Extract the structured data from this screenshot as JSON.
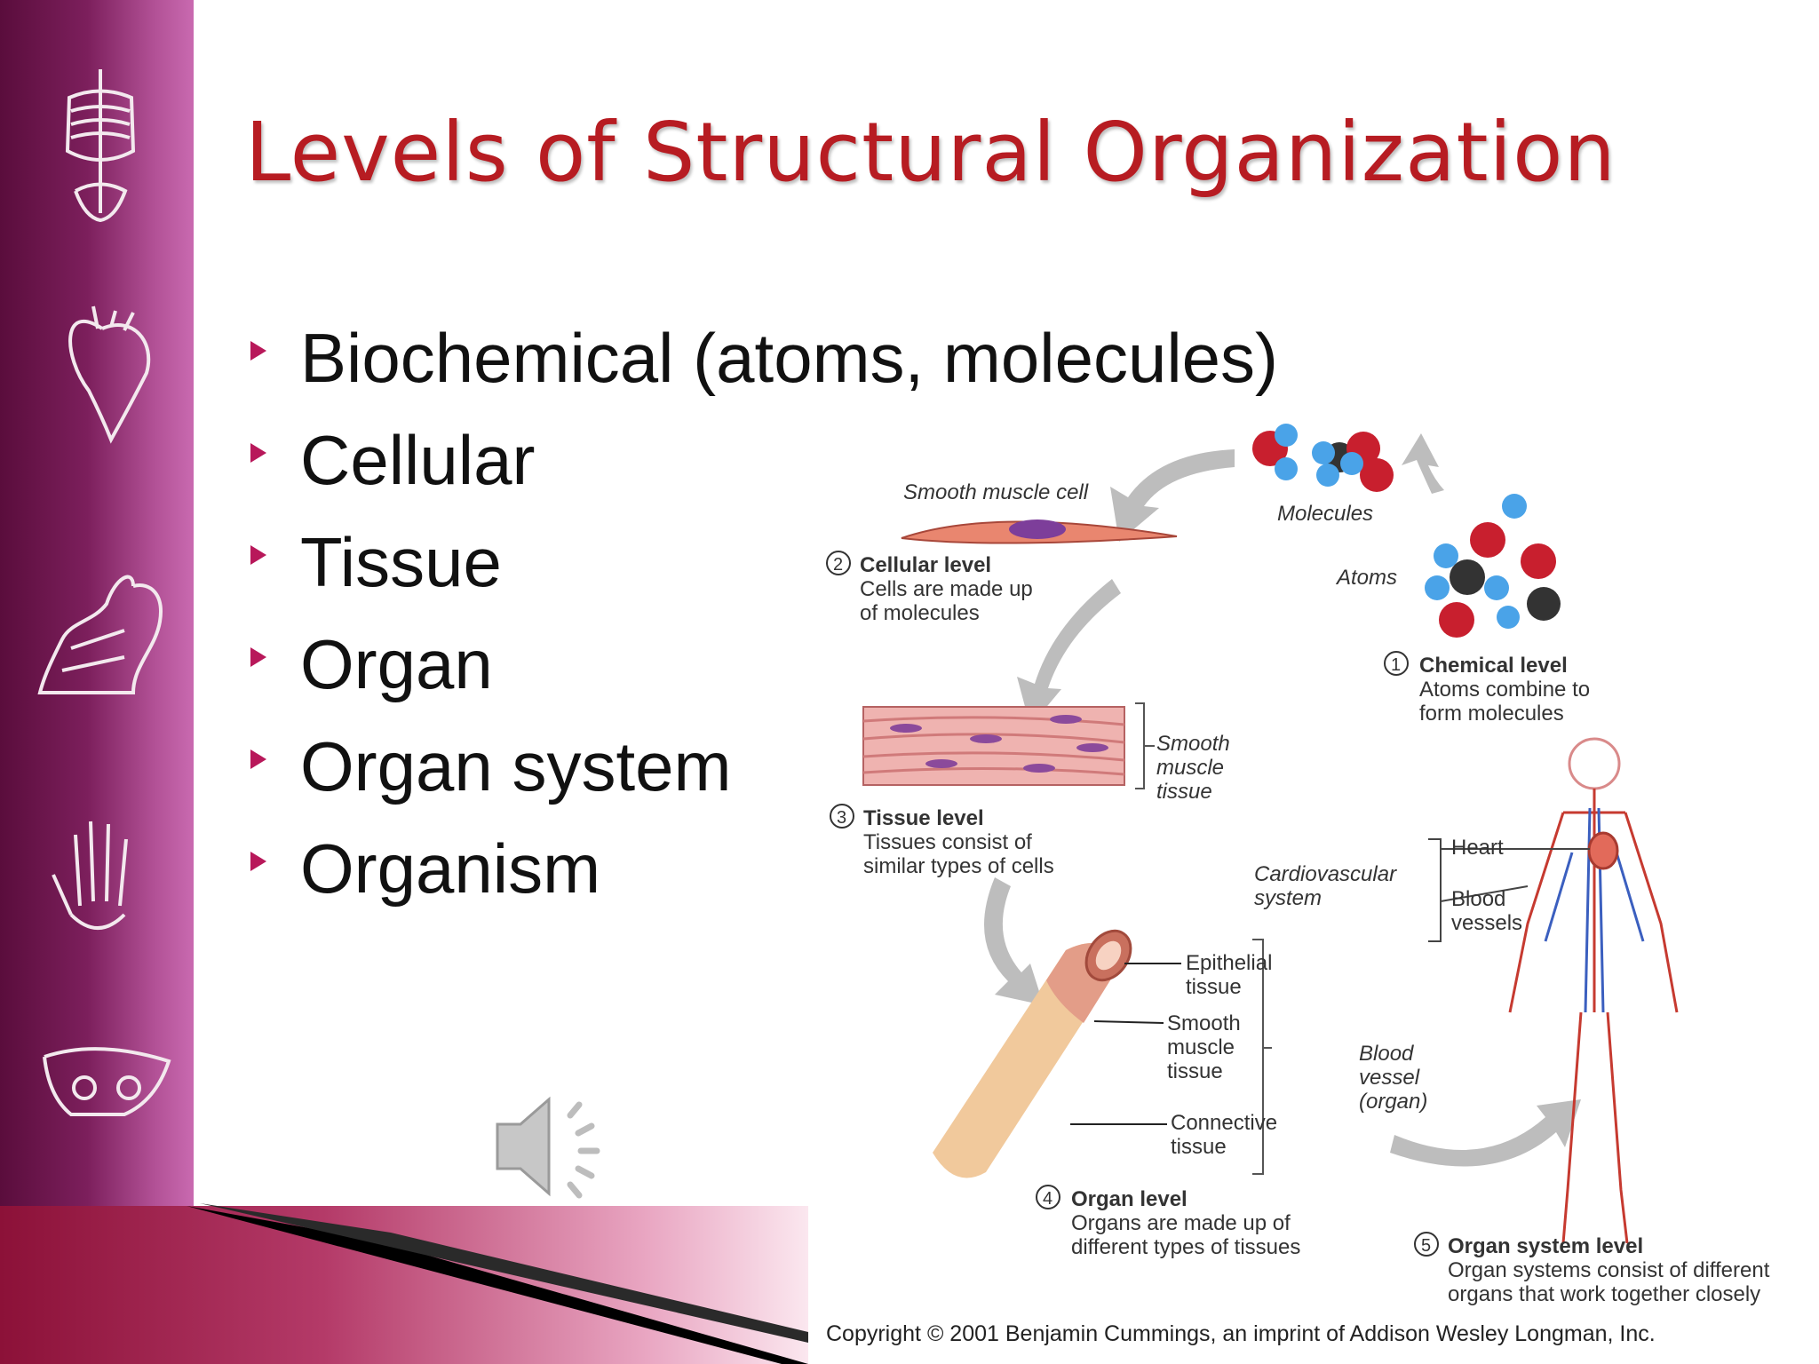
{
  "slide": {
    "title": "Levels of Structural Organization",
    "bullets": [
      "Biochemical (atoms, molecules)",
      "Cellular",
      "Tissue",
      "Organ",
      "Organ system",
      "Organism"
    ]
  },
  "sidebar": {
    "icons": [
      "skeleton-torso-icon",
      "heart-icon",
      "head-muscles-icon",
      "hand-bones-icon",
      "pelvis-icon"
    ]
  },
  "figure": {
    "molecules_label": "Molecules",
    "atoms_label": "Atoms",
    "smooth_muscle_cell_label": "Smooth muscle cell",
    "chemical": {
      "num": "1",
      "title": "Chemical level",
      "line1": "Atoms combine to",
      "line2": "form molecules"
    },
    "cellular": {
      "num": "2",
      "title": "Cellular level",
      "line1": "Cells are made up",
      "line2": "of molecules"
    },
    "tissue": {
      "num": "3",
      "title": "Tissue level",
      "line1": "Tissues consist of",
      "line2": "similar types of cells"
    },
    "organ": {
      "num": "4",
      "title": "Organ level",
      "line1": "Organs are made up of",
      "line2": "different types of tissues"
    },
    "organ_system": {
      "num": "5",
      "title": "Organ system level",
      "line1": "Organ systems consist of different",
      "line2": "organs that work together closely"
    },
    "smooth_muscle_tissue": [
      "Smooth",
      "muscle",
      "tissue"
    ],
    "cardiovascular": [
      "Cardiovascular",
      "system"
    ],
    "heart_label": "Heart",
    "blood_vessels_label": [
      "Blood",
      "vessels"
    ],
    "epithelial": [
      "Epithelial",
      "tissue"
    ],
    "organ_smooth_muscle": [
      "Smooth",
      "muscle",
      "tissue"
    ],
    "connective": [
      "Connective",
      "tissue"
    ],
    "blood_vessel_organ": [
      "Blood",
      "vessel",
      "(organ)"
    ]
  },
  "copyright": "Copyright © 2001 Benjamin Cummings, an imprint of Addison Wesley Longman, Inc.",
  "audio": {
    "icon": "speaker-icon"
  },
  "colors": {
    "title": "#b71c22",
    "bullet": "#b8185a",
    "sidebar": "#7c1f5c"
  }
}
